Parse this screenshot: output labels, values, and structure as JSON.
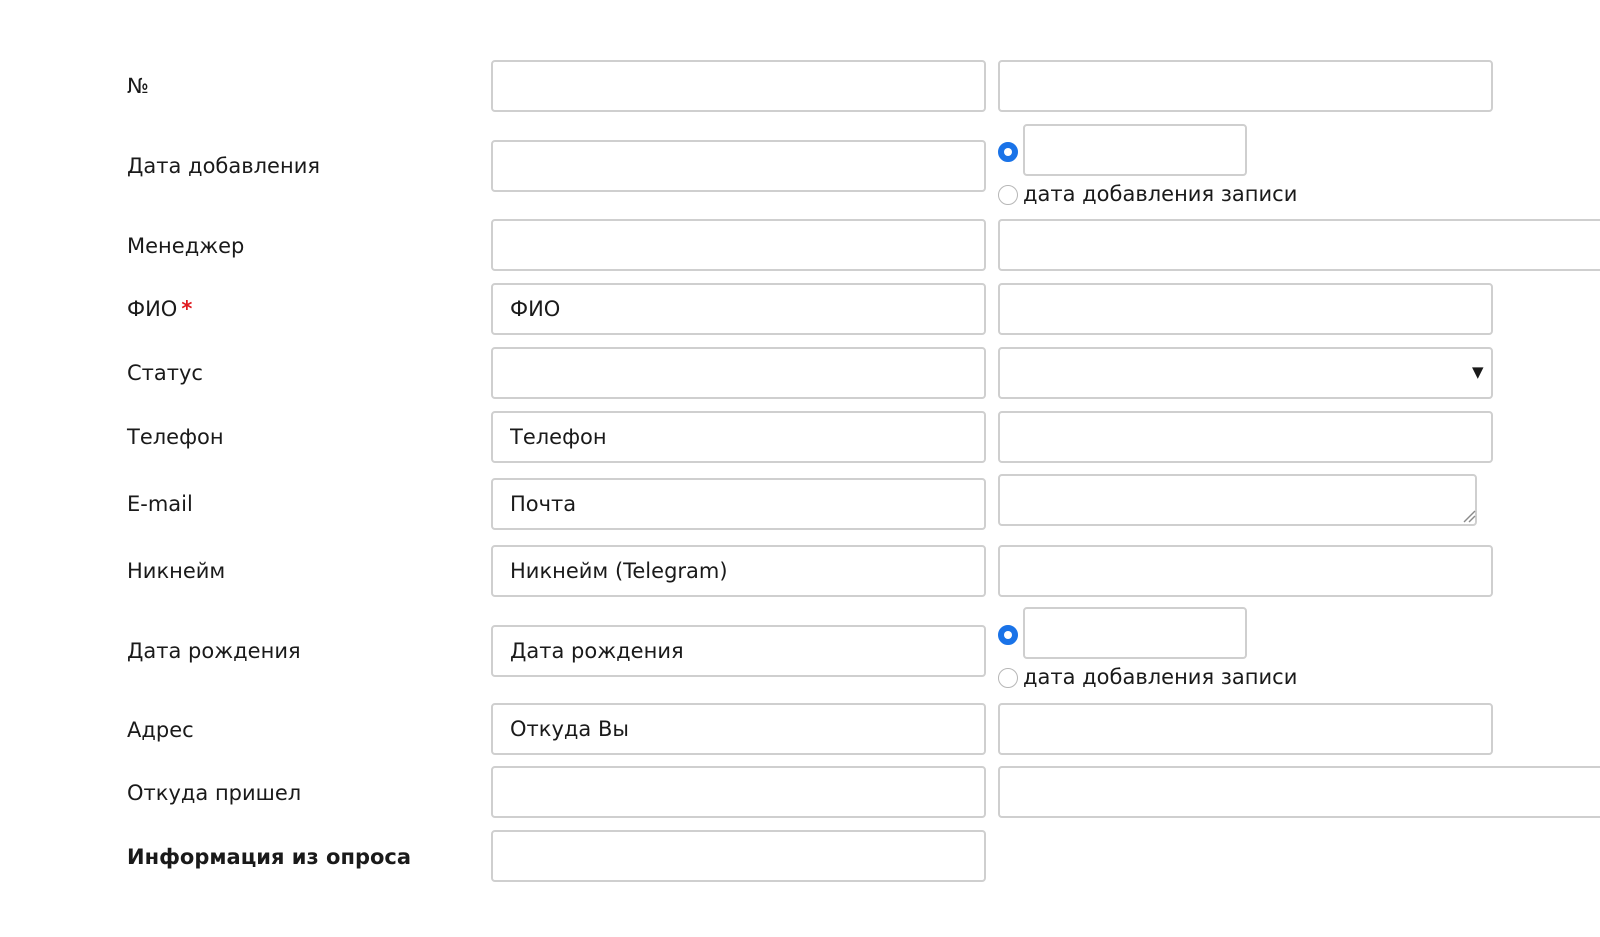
{
  "form": {
    "rows": [
      {
        "label": "№",
        "value": ""
      },
      {
        "label": "Дата добавления",
        "value": ""
      },
      {
        "label": "Менеджер",
        "value": ""
      },
      {
        "label": "ФИО",
        "required_mark": "*",
        "value": "ФИО"
      },
      {
        "label": "Статус",
        "value": ""
      },
      {
        "label": "Телефон",
        "value": "Телефон"
      },
      {
        "label": "E-mail",
        "value": "Почта"
      },
      {
        "label": "Никнейм",
        "value": "Никнейм (Telegram)"
      },
      {
        "label": "Дата рождения",
        "value": "Дата рождения"
      },
      {
        "label": "Адрес",
        "value": "Откуда Вы"
      },
      {
        "label": "Откуда пришел",
        "value": ""
      },
      {
        "label": "Информация из опроса",
        "value": ""
      }
    ],
    "date_added_radio_option": "дата добавления записи",
    "birth_date_radio_option": "дата добавления записи",
    "status_select_value": "",
    "select_arrow_glyph": "▼"
  },
  "colors": {
    "accent": "#1a73e8",
    "required": "#e0191f",
    "border": "#cfcfcf"
  }
}
